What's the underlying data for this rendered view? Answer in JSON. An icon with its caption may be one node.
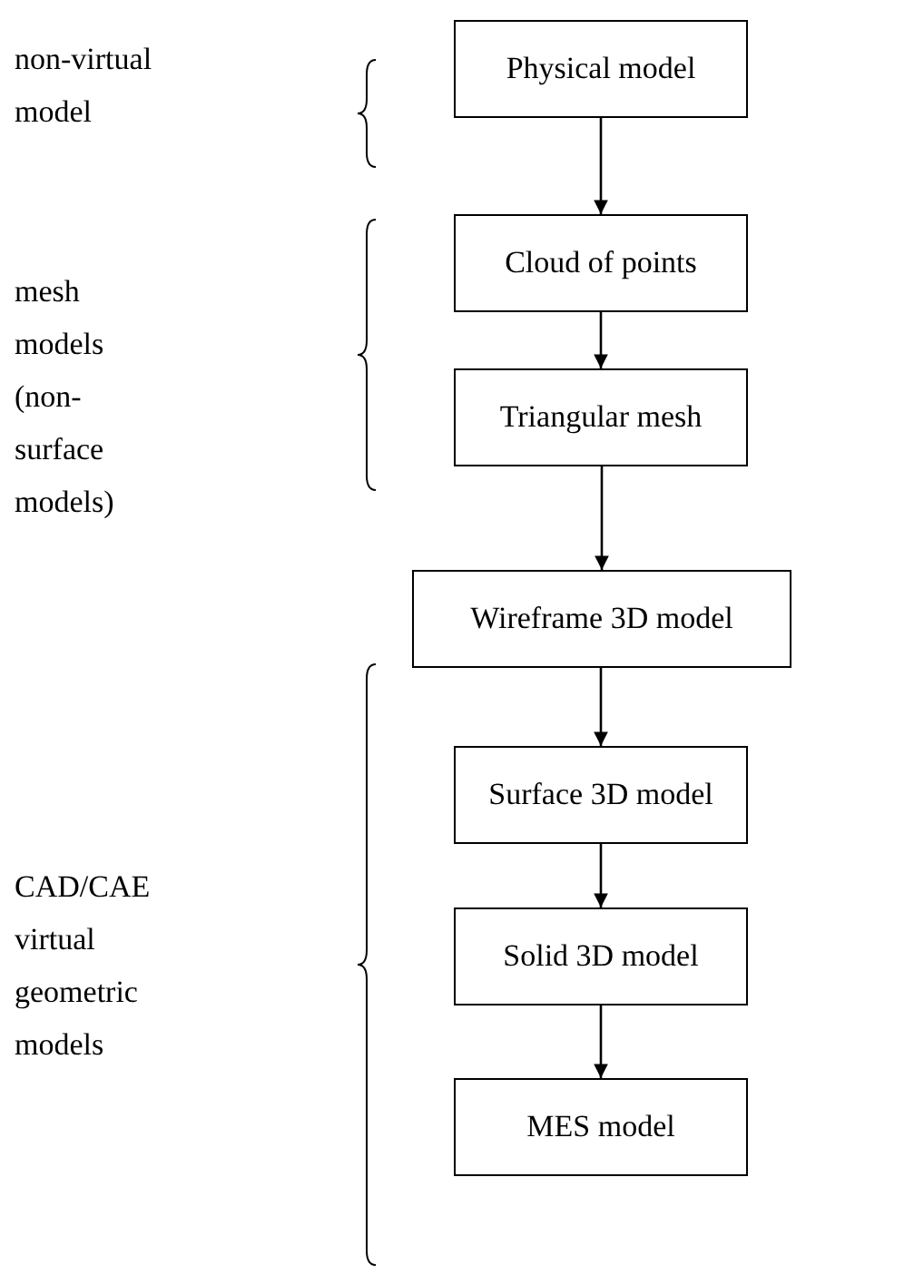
{
  "diagram": {
    "nodes": [
      {
        "text": [
          "Physical model"
        ]
      },
      {
        "text": [
          "Cloud of points"
        ]
      },
      {
        "text": [
          "Triangular mesh"
        ]
      },
      {
        "text": [
          "Wireframe 3D model"
        ]
      },
      {
        "text": [
          "Surface 3D model"
        ]
      },
      {
        "text": [
          "Solid 3D model"
        ]
      },
      {
        "text": [
          "MES model"
        ]
      }
    ],
    "edges": [
      {
        "from": 0,
        "to": 1,
        "arrow": "to"
      },
      {
        "from": 1,
        "to": 2,
        "arrow": "to"
      },
      {
        "from": 2,
        "to": 3,
        "arrow": "to"
      },
      {
        "from": 3,
        "to": 4,
        "arrow": "to"
      },
      {
        "from": 4,
        "to": 5,
        "arrow": "to"
      },
      {
        "from": 5,
        "to": 6,
        "arrow": "to"
      }
    ],
    "labels": [
      "non-virtual model",
      "mesh models (non-surface models)",
      "CAD/CAE virtual geometric models"
    ]
  }
}
